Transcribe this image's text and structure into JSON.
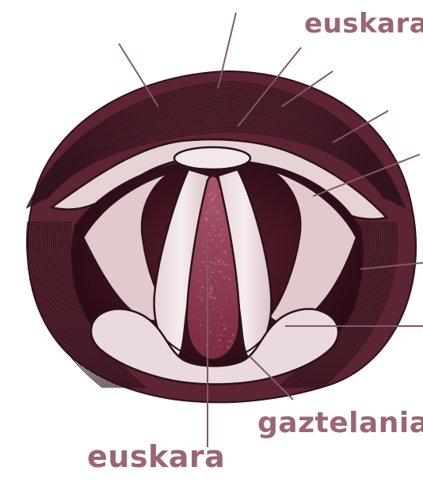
{
  "labels": {
    "top_right": "euskara",
    "bottom_right": "gaztelania",
    "bottom_left": "euskara"
  },
  "colors": {
    "ink": "#2b1218",
    "dark_tissue": "#3a141e",
    "mid_tissue": "#7a3447",
    "light_tissue": "#d9b8bf",
    "pale_cartilage": "#efe1e3",
    "glottis": "#8e3a52",
    "label_text": "#9a6672",
    "leader_line": "#7f5a63"
  }
}
